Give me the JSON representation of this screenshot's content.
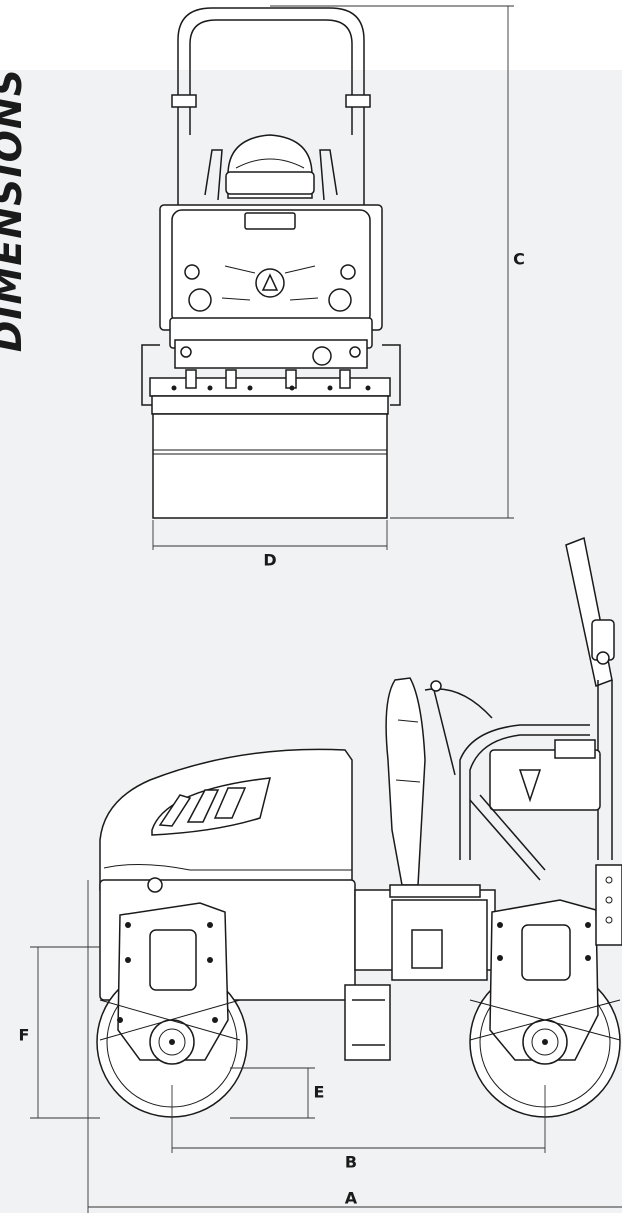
{
  "section_title": "DIMENSIONS",
  "dimension_labels": {
    "a": "A",
    "b": "B",
    "c": "C",
    "d": "D",
    "e": "E",
    "f": "F"
  }
}
